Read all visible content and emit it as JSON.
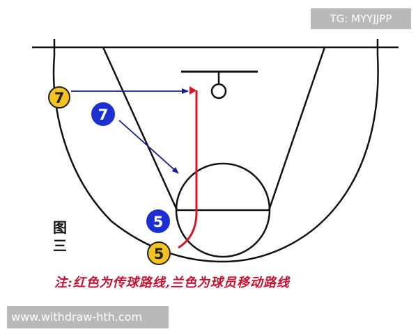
{
  "watermark_top": "TG: MYYJJPP",
  "watermark_bottom": "www.withdraw-hth.com",
  "figure_label": [
    "图",
    "三"
  ],
  "legend_text": "注:红色为传球路线,兰色为球员移动路线",
  "colors": {
    "pass_route": "#d3162b",
    "player_move": "#1a1f8f",
    "team_yellow": "#f4c322",
    "team_blue": "#1d2fd1",
    "court_line": "#111111",
    "watermark_bg": "#b9b9b9"
  },
  "players": [
    {
      "number": "7",
      "team": "yellow"
    },
    {
      "number": "7",
      "team": "blue"
    },
    {
      "number": "5",
      "team": "blue"
    },
    {
      "number": "5",
      "team": "yellow"
    }
  ],
  "routes": [
    {
      "type": "player_move",
      "from": "yellow 7",
      "to": "near basket"
    },
    {
      "type": "player_move",
      "from": "blue 7",
      "to": "free-throw circle"
    },
    {
      "type": "pass",
      "from": "yellow 5",
      "to": "near basket"
    }
  ]
}
